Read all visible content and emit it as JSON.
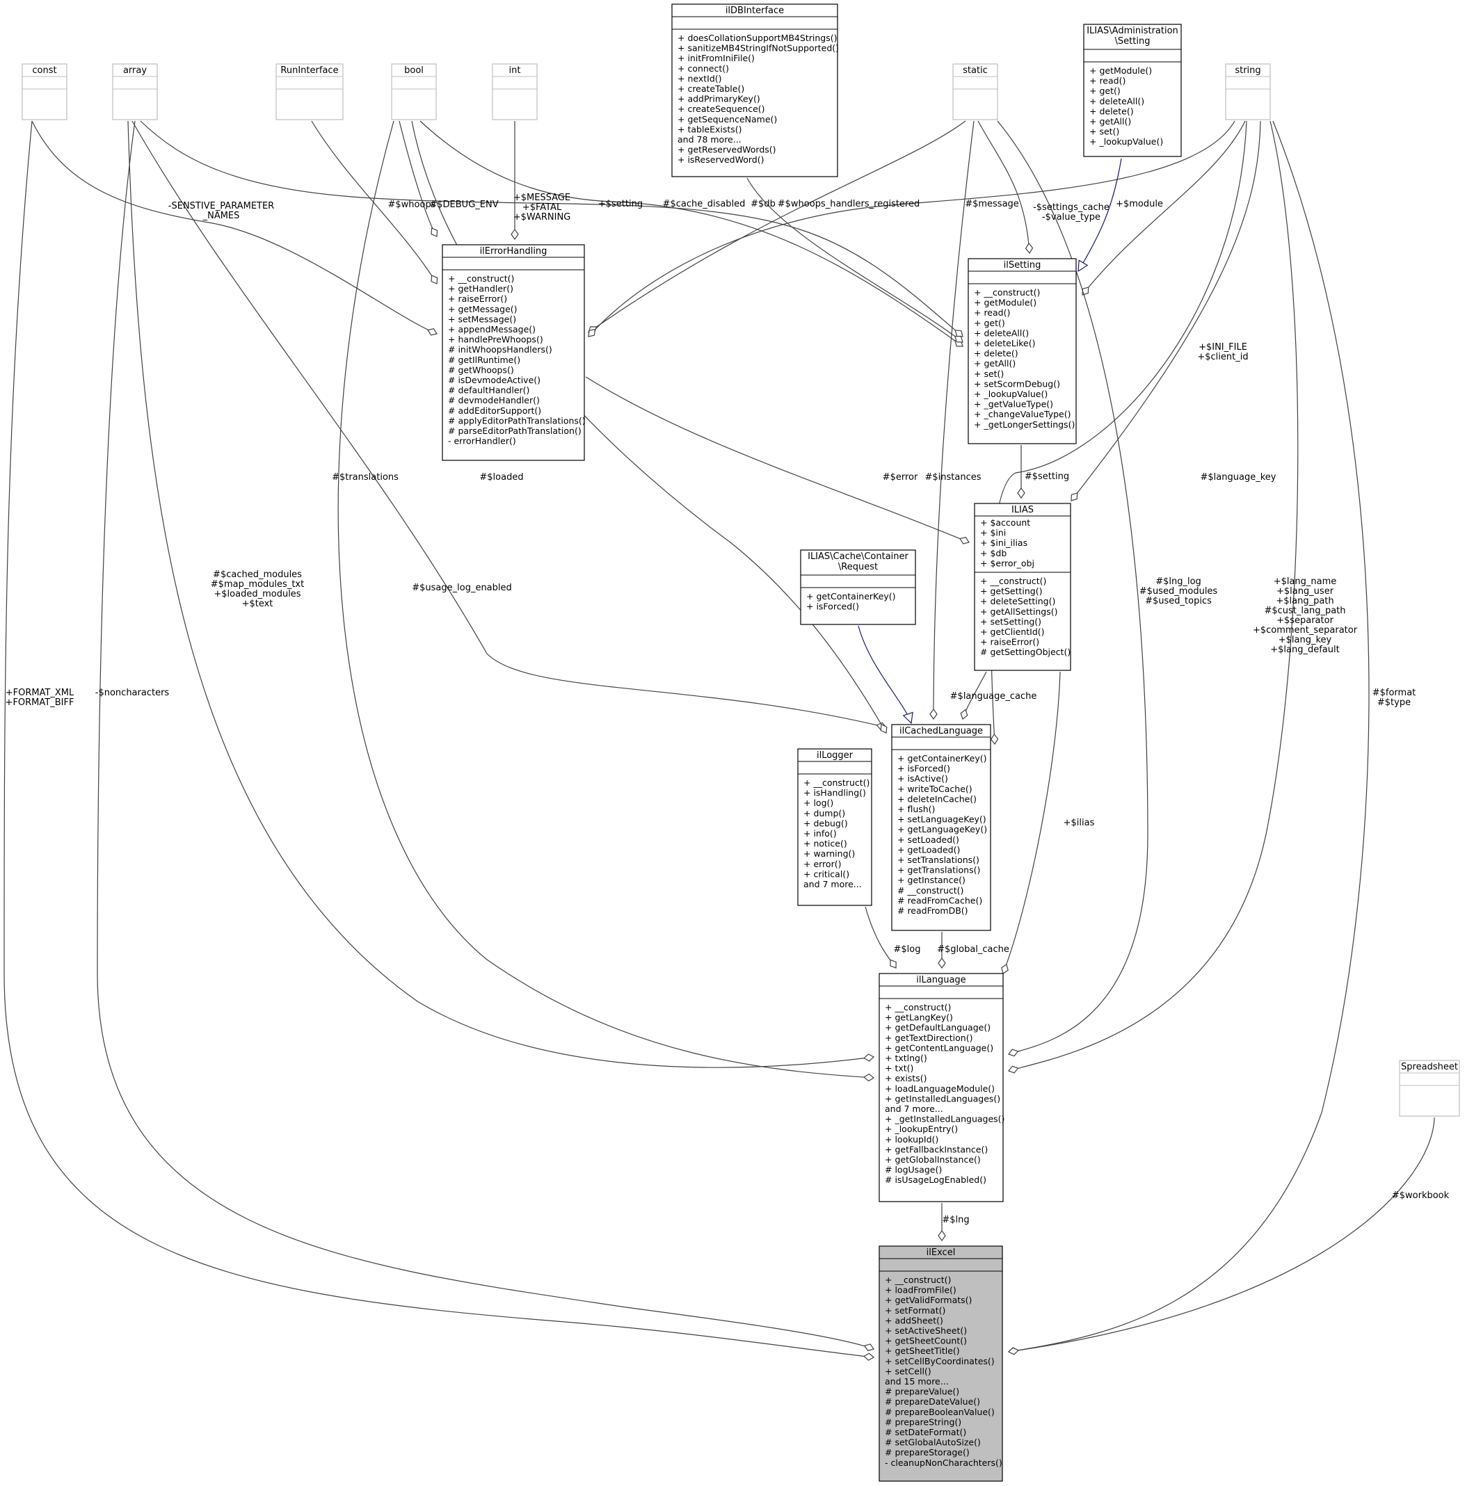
{
  "diagram": {
    "colors": {
      "box_border": "#000000",
      "prim_border": "#bfbfbf",
      "focus_fill": "#bfbfbf",
      "edge": "#404040",
      "inherit_edge": "#191970"
    },
    "classes": [
      {
        "id": "const",
        "title": [
          "const"
        ],
        "members": [],
        "methods": [],
        "primitive": true
      },
      {
        "id": "array",
        "title": [
          "array"
        ],
        "members": [],
        "methods": [],
        "primitive": true
      },
      {
        "id": "RunInterface",
        "title": [
          "RunInterface"
        ],
        "members": [],
        "methods": [],
        "primitive": true
      },
      {
        "id": "bool",
        "title": [
          "bool"
        ],
        "members": [],
        "methods": [],
        "primitive": true
      },
      {
        "id": "int",
        "title": [
          "int"
        ],
        "members": [],
        "methods": [],
        "primitive": true
      },
      {
        "id": "static",
        "title": [
          "static"
        ],
        "members": [],
        "methods": [],
        "primitive": true
      },
      {
        "id": "string",
        "title": [
          "string"
        ],
        "members": [],
        "methods": [],
        "primitive": true
      },
      {
        "id": "Spreadsheet",
        "title": [
          "Spreadsheet"
        ],
        "members": [],
        "methods": [],
        "primitive": true
      },
      {
        "id": "ilDBInterface",
        "title": [
          "ilDBInterface"
        ],
        "members": [],
        "methods": [
          "+ doesCollationSupportMB4Strings()",
          "+ sanitizeMB4StringIfNotSupported()",
          "+ initFromIniFile()",
          "+ connect()",
          "+ nextId()",
          "+ createTable()",
          "+ addPrimaryKey()",
          "+ createSequence()",
          "+ getSequenceName()",
          "+ tableExists()",
          "and 78 more...",
          "+ getReservedWords()",
          "+ isReservedWord()"
        ]
      },
      {
        "id": "AdminSetting",
        "title": [
          "ILIAS\\Administration",
          "\\Setting"
        ],
        "members": [],
        "methods": [
          "+ getModule()",
          "+ read()",
          "+ get()",
          "+ deleteAll()",
          "+ delete()",
          "+ getAll()",
          "+ set()",
          "+ _lookupValue()"
        ]
      },
      {
        "id": "ilErrorHandling",
        "title": [
          "ilErrorHandling"
        ],
        "members": [],
        "methods": [
          "+ __construct()",
          "+ getHandler()",
          "+ raiseError()",
          "+ getMessage()",
          "+ setMessage()",
          "+ appendMessage()",
          "+ handlePreWhoops()",
          "# initWhoopsHandlers()",
          "# getIlRuntime()",
          "# getWhoops()",
          "# isDevmodeActive()",
          "# defaultHandler()",
          "# devmodeHandler()",
          "# addEditorSupport()",
          "# applyEditorPathTranslations()",
          "# parseEditorPathTranslation()",
          "- errorHandler()"
        ]
      },
      {
        "id": "ilSetting",
        "title": [
          "ilSetting"
        ],
        "members": [],
        "methods": [
          "+ __construct()",
          "+ getModule()",
          "+ read()",
          "+ get()",
          "+ deleteAll()",
          "+ deleteLike()",
          "+ delete()",
          "+ getAll()",
          "+ set()",
          "+ setScormDebug()",
          "+ _lookupValue()",
          "+ _getValueType()",
          "+ _changeValueType()",
          "+ _getLongerSettings()"
        ]
      },
      {
        "id": "ILIAS",
        "title": [
          "ILIAS"
        ],
        "members": [
          "+ $account",
          "+ $ini",
          "+ $ini_ilias",
          "+ $db",
          "+ $error_obj"
        ],
        "methods": [
          "+ __construct()",
          "+ getSetting()",
          "+ deleteSetting()",
          "+ getAllSettings()",
          "+ setSetting()",
          "+ getClientId()",
          "+ raiseError()",
          "# getSettingObject()"
        ]
      },
      {
        "id": "CacheRequest",
        "title": [
          "ILIAS\\Cache\\Container",
          "\\Request"
        ],
        "members": [],
        "methods": [
          "+ getContainerKey()",
          "+ isForced()"
        ]
      },
      {
        "id": "ilCachedLanguage",
        "title": [
          "ilCachedLanguage"
        ],
        "members": [],
        "methods": [
          "+ getContainerKey()",
          "+ isForced()",
          "+ isActive()",
          "+ writeToCache()",
          "+ deleteInCache()",
          "+ flush()",
          "+ setLanguageKey()",
          "+ getLanguageKey()",
          "+ setLoaded()",
          "+ getLoaded()",
          "+ setTranslations()",
          "+ getTranslations()",
          "+ getInstance()",
          "# __construct()",
          "# readFromCache()",
          "# readFromDB()"
        ]
      },
      {
        "id": "ilLogger",
        "title": [
          "ilLogger"
        ],
        "members": [],
        "methods": [
          "+ __construct()",
          "+ isHandling()",
          "+ log()",
          "+ dump()",
          "+ debug()",
          "+ info()",
          "+ notice()",
          "+ warning()",
          "+ error()",
          "+ critical()",
          "and 7 more..."
        ]
      },
      {
        "id": "ilLanguage",
        "title": [
          "ilLanguage"
        ],
        "members": [],
        "methods": [
          "+ __construct()",
          "+ getLangKey()",
          "+ getDefaultLanguage()",
          "+ getTextDirection()",
          "+ getContentLanguage()",
          "+ txtlng()",
          "+ txt()",
          "+ exists()",
          "+ loadLanguageModule()",
          "+ getInstalledLanguages()",
          "and 7 more...",
          "+ _getInstalledLanguages()",
          "+ _lookupEntry()",
          "+ lookupId()",
          "+ getFallbackInstance()",
          "+ getGlobalInstance()",
          "# logUsage()",
          "# isUsageLogEnabled()"
        ]
      },
      {
        "id": "ilExcel",
        "title": [
          "ilExcel"
        ],
        "focus": true,
        "members": [],
        "methods": [
          "+ __construct()",
          "+ loadFromFile()",
          "+ getValidFormats()",
          "+ setFormat()",
          "+ addSheet()",
          "+ setActiveSheet()",
          "+ getSheetCount()",
          "+ getSheetTitle()",
          "+ setCellByCoordinates()",
          "+ setCell()",
          "and 15 more...",
          "# prepareValue()",
          "# prepareDateValue()",
          "# prepareBooleanValue()",
          "# prepareString()",
          "# setDateFormat()",
          "# setGlobalAutoSize()",
          "# prepareStorage()",
          "- cleanupNonCharachters()"
        ]
      }
    ],
    "edges": [
      {
        "id": "const-ilErrorHandling",
        "from": "const",
        "to": "ilErrorHandling",
        "label": [
          "-SENSTIVE_PARAMETER",
          "_NAMES"
        ]
      },
      {
        "id": "array-ilSetting",
        "from": "array",
        "to": "ilSetting",
        "label": [
          "+$setting"
        ]
      },
      {
        "id": "RunInterface-ilErrorHandling",
        "from": "RunInterface",
        "to": "ilErrorHandling",
        "label": [
          "#$whoops"
        ]
      },
      {
        "id": "bool-ilErrorHandling",
        "from": "bool",
        "to": "ilErrorHandling",
        "label": [
          "#$DEBUG_ENV"
        ]
      },
      {
        "id": "int-ilErrorHandling",
        "from": "int",
        "to": "ilErrorHandling",
        "label": [
          "+$MESSAGE",
          "+$FATAL",
          "+$WARNING"
        ]
      },
      {
        "id": "bool-ilSetting",
        "from": "bool",
        "to": "ilSetting",
        "label": [
          "#$cache_disabled"
        ]
      },
      {
        "id": "ilDBInterface-ilSetting",
        "from": "ilDBInterface",
        "to": "ilSetting",
        "label": [
          "#$db"
        ]
      },
      {
        "id": "static-ilErrorHandling",
        "from": "static",
        "to": "ilErrorHandling",
        "label": [
          "#$whoops_handlers_registered"
        ]
      },
      {
        "id": "string-ilErrorHandling",
        "from": "string",
        "to": "ilErrorHandling",
        "label": [
          "#$message"
        ]
      },
      {
        "id": "static-ilSetting",
        "from": "static",
        "to": "ilSetting",
        "label": [
          "-$settings_cache",
          "-$value_type"
        ]
      },
      {
        "id": "string-ilSetting",
        "from": "string",
        "to": "ilSetting",
        "label": [
          "+$module"
        ]
      },
      {
        "id": "AdminSetting-ilSetting",
        "from": "AdminSetting",
        "to": "ilSetting",
        "label": [],
        "inherit": true
      },
      {
        "id": "ilSetting-ILIAS",
        "from": "ilSetting",
        "to": "ILIAS",
        "label": [
          "#$setting"
        ]
      },
      {
        "id": "string-ILIAS",
        "from": "string",
        "to": "ILIAS",
        "label": [
          "+$INI_FILE",
          "+$client_id"
        ]
      },
      {
        "id": "ilErrorHandling-ILIAS",
        "from": "ilErrorHandling",
        "to": "ILIAS",
        "label": [
          "#$error"
        ]
      },
      {
        "id": "array-ilCachedLanguage",
        "from": "array",
        "to": "ilCachedLanguage",
        "label": [
          "#$translations"
        ]
      },
      {
        "id": "bool-ilCachedLanguage",
        "from": "bool",
        "to": "ilCachedLanguage",
        "label": [
          "#$loaded"
        ]
      },
      {
        "id": "static-ilCachedLanguage",
        "from": "static",
        "to": "ilCachedLanguage",
        "label": [
          "#$instances"
        ]
      },
      {
        "id": "string-ilCachedLanguage",
        "from": "string",
        "to": "ilCachedLanguage",
        "label": [
          "#$language_key"
        ]
      },
      {
        "id": "ILIAS-ilCachedLanguage",
        "from": "ILIAS",
        "to": "ilCachedLanguage",
        "label": [
          "#$language_cache"
        ]
      },
      {
        "id": "CacheRequest-ilCachedLanguage",
        "from": "CacheRequest",
        "to": "ilCachedLanguage",
        "label": [],
        "inherit": true
      },
      {
        "id": "array-ilLanguage",
        "from": "array",
        "to": "ilLanguage",
        "label": [
          "#$cached_modules",
          "#$map_modules_txt",
          "+$loaded_modules",
          "+$text"
        ]
      },
      {
        "id": "bool-ilLanguage",
        "from": "bool",
        "to": "ilLanguage",
        "label": [
          "#$usage_log_enabled"
        ]
      },
      {
        "id": "static-ilLanguage",
        "from": "static",
        "to": "ilLanguage",
        "label": [
          "#$lng_log",
          "#$used_modules",
          "#$used_topics"
        ]
      },
      {
        "id": "string-ilLanguage",
        "from": "string",
        "to": "ilLanguage",
        "label": [
          "+$lang_name",
          "+$lang_user",
          "+$lang_path",
          "#$cust_lang_path",
          "+$separator",
          "+$comment_separator",
          "+$lang_key",
          "+$lang_default"
        ]
      },
      {
        "id": "ILIAS-ilLanguage",
        "from": "ILIAS",
        "to": "ilLanguage",
        "label": [
          "+$ilias"
        ]
      },
      {
        "id": "ilLogger-ilLanguage",
        "from": "ilLogger",
        "to": "ilLanguage",
        "label": [
          "#$log"
        ]
      },
      {
        "id": "ilCachedLanguage-ilLanguage",
        "from": "ilCachedLanguage",
        "to": "ilLanguage",
        "label": [
          "#$global_cache"
        ]
      },
      {
        "id": "ilLanguage-ilExcel",
        "from": "ilLanguage",
        "to": "ilExcel",
        "label": [
          "#$lng"
        ]
      },
      {
        "id": "const-ilExcel",
        "from": "const",
        "to": "ilExcel",
        "label": [
          "+FORMAT_XML",
          "+FORMAT_BIFF"
        ]
      },
      {
        "id": "array-ilExcel",
        "from": "array",
        "to": "ilExcel",
        "label": [
          "-$noncharacters"
        ]
      },
      {
        "id": "string-ilExcel",
        "from": "string",
        "to": "ilExcel",
        "label": [
          "#$format",
          "#$type"
        ]
      },
      {
        "id": "Spreadsheet-ilExcel",
        "from": "Spreadsheet",
        "to": "ilExcel",
        "label": [
          "#$workbook"
        ]
      }
    ]
  }
}
